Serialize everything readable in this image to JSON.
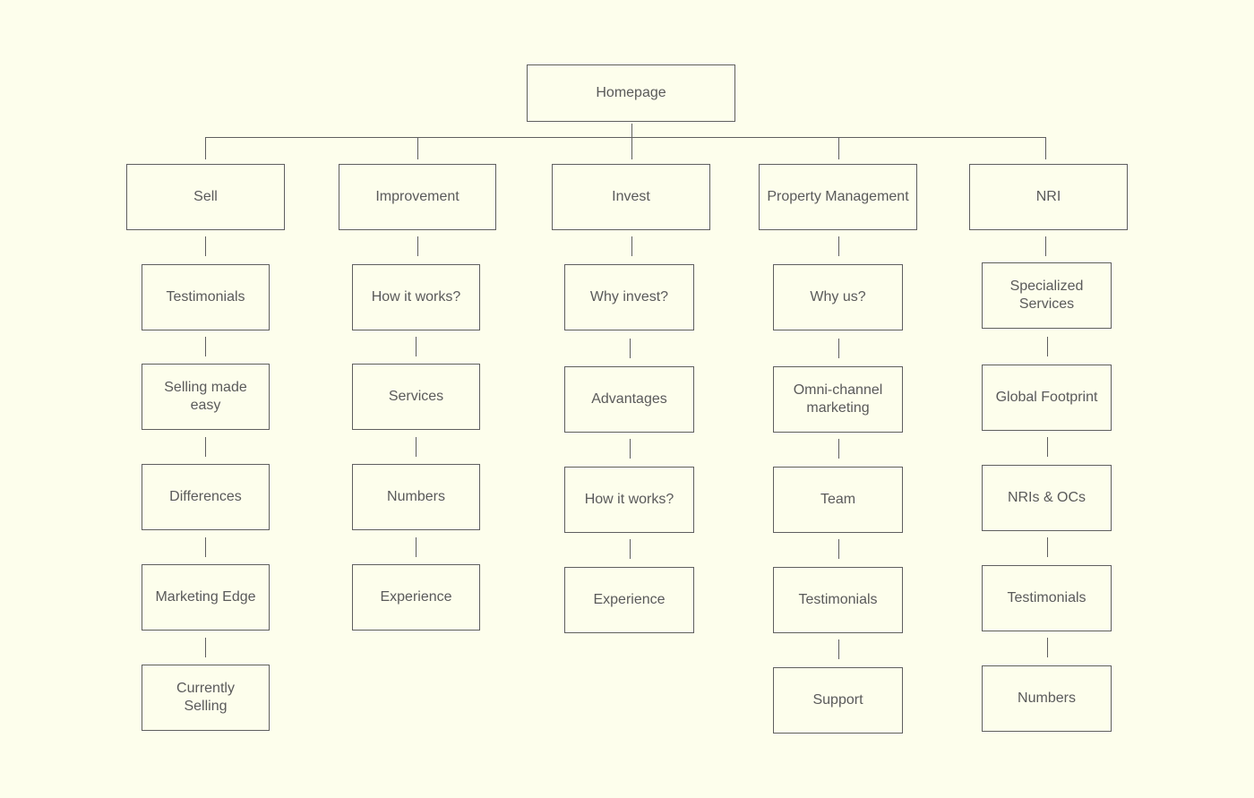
{
  "root": {
    "label": "Homepage"
  },
  "sections": [
    {
      "label": "Sell",
      "children": [
        "Testimonials",
        "Selling made easy",
        "Differences",
        "Marketing Edge",
        "Currently Selling"
      ]
    },
    {
      "label": "Improvement",
      "children": [
        "How it works?",
        "Services",
        "Numbers",
        "Experience"
      ]
    },
    {
      "label": "Invest",
      "children": [
        "Why invest?",
        "Advantages",
        "How it works?",
        "Experience"
      ]
    },
    {
      "label": "Property Management",
      "children": [
        "Why us?",
        "Omni-channel marketing",
        "Team",
        "Testimonials",
        "Support"
      ]
    },
    {
      "label": "NRI",
      "children": [
        "Specialized Services",
        "Global Footprint",
        "NRIs & OCs",
        "Testimonials",
        "Numbers"
      ]
    }
  ],
  "colors": {
    "background": "#fdfeec",
    "line": "#5f5f5f",
    "text": "#5a5a5a"
  }
}
